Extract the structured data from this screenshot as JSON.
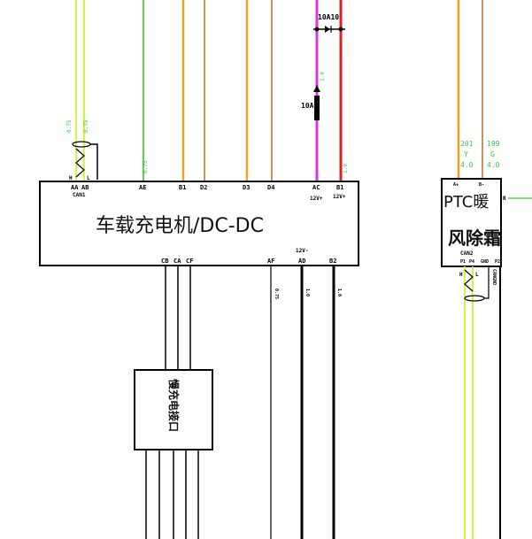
{
  "colors": {
    "yellow_green": "#d4f542",
    "green": "#58d64a",
    "orange": "#f0a020",
    "tan": "#c8925a",
    "magenta": "#d63ad6",
    "red": "#e02020",
    "black": "#000000",
    "label_green": "#2ecc40"
  },
  "obc": {
    "title": "车载充电机/DC-DC",
    "top_pins": [
      "AA",
      "AB",
      "AE",
      "B1",
      "D2",
      "D3",
      "D4",
      "AC",
      "B1"
    ],
    "can_label": "CAN1",
    "pin_aa_side": "H",
    "pin_ab_side": "L",
    "v12_ac": "12V+",
    "v12_b1": "12V+",
    "bottom_pins": [
      "CB",
      "CA",
      "CF",
      "AF",
      "AD",
      "B2"
    ],
    "v12_ad": "12V-"
  },
  "fuses": {
    "top": "10A10",
    "mid": "10A"
  },
  "charger": {
    "title": "慢充电接口"
  },
  "ptc": {
    "title_line1": "PTC暖",
    "title_line2": "风除霜",
    "wire_codes": [
      "201",
      "199"
    ],
    "wire_colors": [
      "Y",
      "G"
    ],
    "wire_sizes": [
      "4.0",
      "4.0"
    ],
    "can_label": "CAN2",
    "pins_left": [
      "P1",
      "P4"
    ],
    "gnd_label": "GND",
    "pin_p2": "P2",
    "pin_r": "R",
    "side_h": "H",
    "side_l": "L",
    "vertical_label": "CANGND",
    "top_pin_1": "A+",
    "top_pin_2": "B-"
  }
}
